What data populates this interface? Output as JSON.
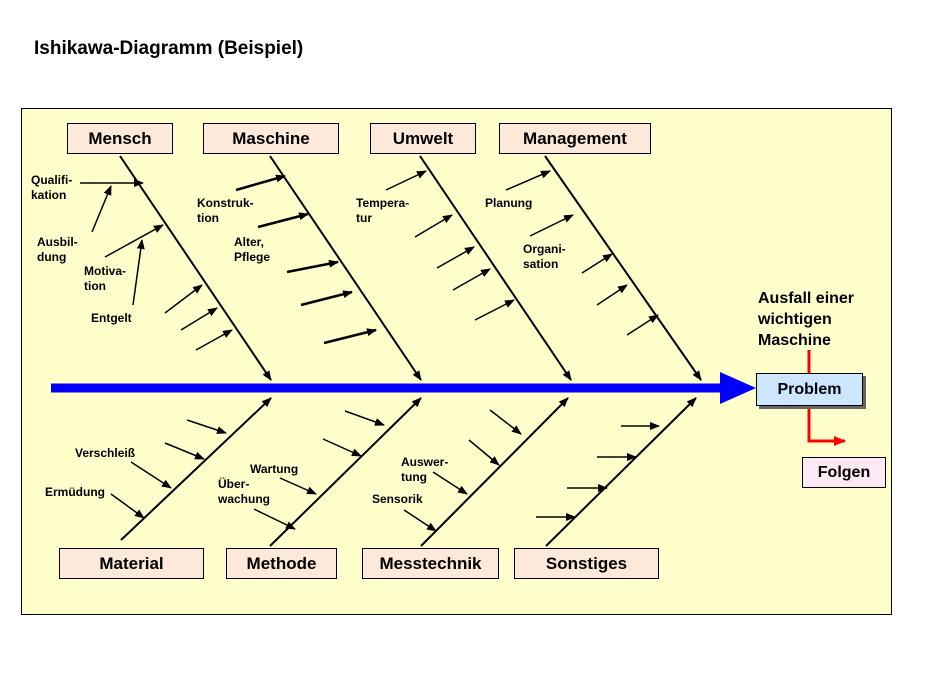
{
  "title": "Ishikawa-Diagramm (Beispiel)",
  "categories_top": [
    "Mensch",
    "Maschine",
    "Umwelt",
    "Management"
  ],
  "categories_bottom": [
    "Material",
    "Methode",
    "Messtechnik",
    "Sonstiges"
  ],
  "causes": {
    "qualifikation": "Qualifi-\nkation",
    "ausbildung": "Ausbil-\ndung",
    "motivation": "Motiva-\ntion",
    "entgelt": "Entgelt",
    "konstruktion": "Konstruk-\ntion",
    "alter_pflege": "Alter,\nPflege",
    "temperatur": "Tempera-\ntur",
    "planung": "Planung",
    "organisation": "Organi-\nsation",
    "verschleiss": "Verschleiß",
    "ermuedung": "Ermüdung",
    "wartung": "Wartung",
    "ueberwachung": "Über-\nwachung",
    "auswertung": "Auswer-\ntung",
    "sensorik": "Sensorik"
  },
  "effect_text": "Ausfall einer\nwichtigen\nMaschine",
  "problem": "Problem",
  "consequence": "Folgen",
  "colors": {
    "spine": "#0000ff",
    "consequence_arrow": "#ff0000",
    "panel": "#ffffcc",
    "category_box": "#fde9d9",
    "problem_box": "#cce6ff"
  }
}
